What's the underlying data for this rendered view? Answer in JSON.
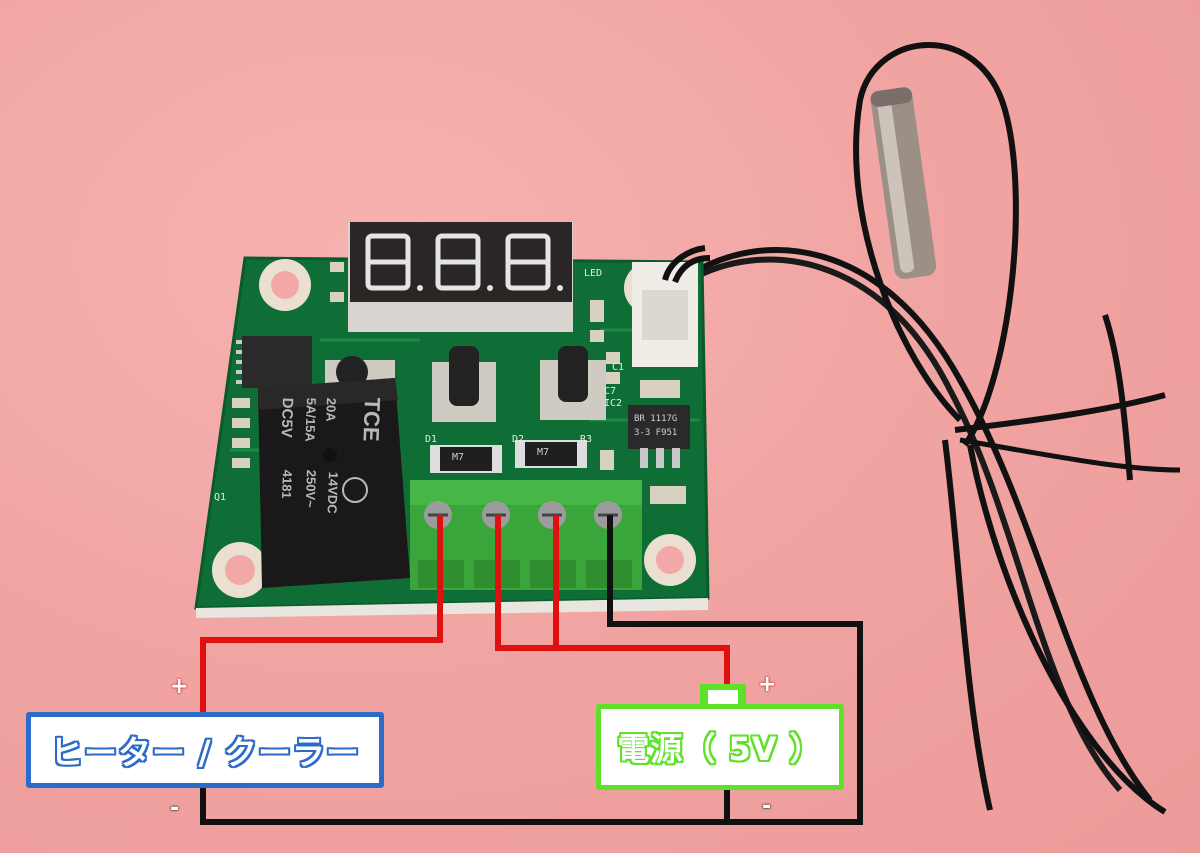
{
  "labels": {
    "load": "ヒーター / クーラー",
    "power": "電源（ 5V ）",
    "plus": "+",
    "minus": "-"
  },
  "board": {
    "display_digits": "8.8.8.",
    "led_label": "LED",
    "silkscreen": [
      "D1",
      "D2",
      "R3",
      "C1",
      "C7",
      "IC2",
      "Q1",
      "M7",
      "M7"
    ],
    "regulator_marking": [
      "BR 1117G",
      "3-3 F951"
    ],
    "relay_marking": {
      "brand": "TCE",
      "lines": [
        "20A",
        "5A/15A",
        "DC5V",
        "14VDC",
        "250V~",
        "4181"
      ]
    }
  },
  "colors": {
    "background": "#f2a8a6",
    "pcb": "#117a3c",
    "terminal": "#3aa53a",
    "load_box": "#2d6bc9",
    "power_box": "#5fe12a",
    "wire_positive": "#e01010",
    "wire_negative": "#111111"
  },
  "icons": [
    "temperature-probe-icon",
    "relay-icon",
    "push-button-icon"
  ]
}
